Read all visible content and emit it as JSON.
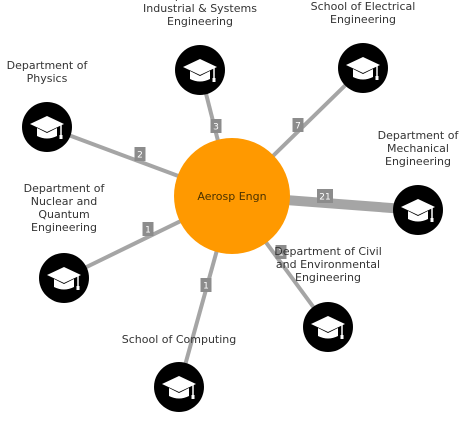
{
  "hub": {
    "label": "Aerosp Engn",
    "color": "#ff9900"
  },
  "node_icon": "graduation-cap-icon",
  "colors": {
    "edge": "#a5a5a5",
    "weight_box": "#8c8c8c",
    "node": "#000000",
    "icon": "#ffffff"
  },
  "departments": [
    {
      "id": "physics",
      "label": [
        "Department of",
        "Physics"
      ],
      "weight": "2"
    },
    {
      "id": "isye",
      "label": [
        "Department of",
        "Industrial & Systems",
        "Engineering"
      ],
      "weight": "3"
    },
    {
      "id": "ece",
      "label": [
        "School of Electrical",
        "Engineering"
      ],
      "weight": "7"
    },
    {
      "id": "me",
      "label": [
        "Department of",
        "Mechanical",
        "Engineering"
      ],
      "weight": "21"
    },
    {
      "id": "nre",
      "label": [
        "Department of",
        "Nuclear and",
        "Quantum",
        "Engineering"
      ],
      "weight": "1"
    },
    {
      "id": "cee",
      "label": [
        "Department of Civil",
        "and Environmental",
        "Engineering"
      ],
      "weight": "1"
    },
    {
      "id": "computing",
      "label": [
        "School of Computing"
      ],
      "weight": "1"
    }
  ]
}
